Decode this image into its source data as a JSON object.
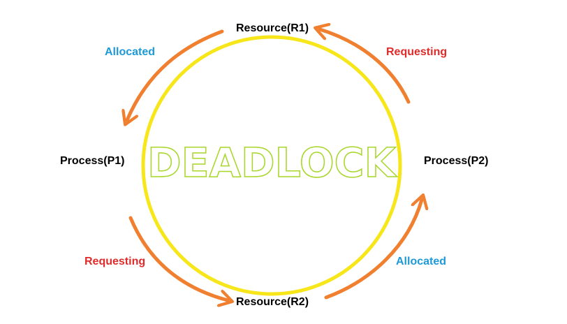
{
  "diagram": {
    "title": "DEADLOCK",
    "nodes": {
      "r1": "Resource(R1)",
      "p1": "Process(P1)",
      "p2": "Process(P2)",
      "r2": "Resource(R2)"
    },
    "edges": {
      "r1_to_p1": "Allocated",
      "p2_to_r1": "Requesting",
      "p1_to_r2": "Requesting",
      "r2_to_p2": "Allocated"
    }
  },
  "colors": {
    "circle": "#f6e61a",
    "title": "#a8d62a",
    "arrows": "#f07f2f",
    "allocated": "#1d9ad6",
    "requesting": "#e02b2b"
  }
}
